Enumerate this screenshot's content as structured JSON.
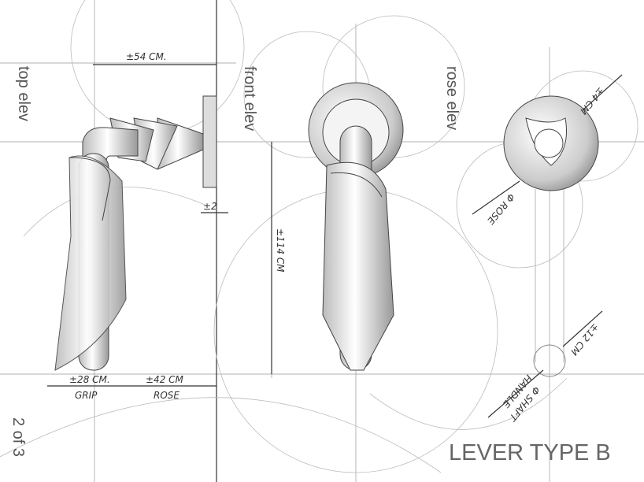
{
  "labels": {
    "top_elev": "top elev",
    "front_elev": "front elev",
    "rose_elev": "rose elev",
    "page": "2 of 3",
    "title": "LEVER TYPE B"
  },
  "dimensions": {
    "width_total": "±54 CM.",
    "rose_offset": "±2",
    "height_front": "±114 CM",
    "grip": "±28 CM.",
    "grip_label": "GRIP",
    "rose_depth": "±42 CM",
    "rose_label": "ROSE",
    "rose_inner": "±4 CM",
    "rose_diameter": "Φ ROSE",
    "shaft_size": "±12 CM",
    "shaft_diameter": "Φ SHAFT",
    "handle_label": "HANDLE"
  }
}
